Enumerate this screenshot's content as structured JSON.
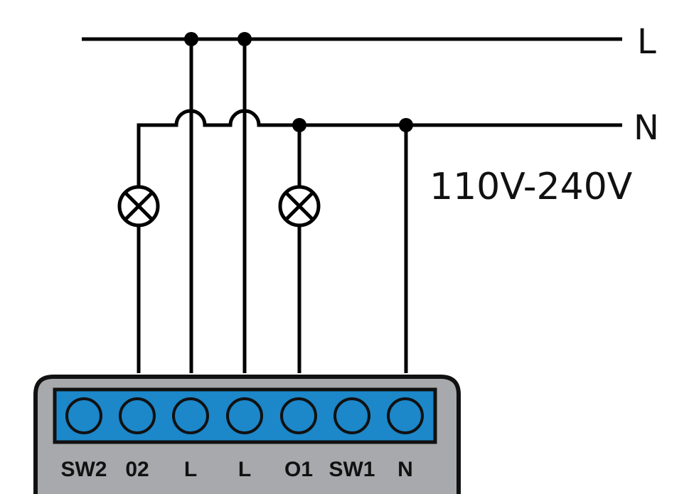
{
  "labels": {
    "line_l": "L",
    "line_n": "N",
    "voltage": "110V-240V"
  },
  "terminals": [
    {
      "label": "SW2"
    },
    {
      "label": "02"
    },
    {
      "label": "L"
    },
    {
      "label": "L"
    },
    {
      "label": "O1"
    },
    {
      "label": "SW1"
    },
    {
      "label": "N"
    }
  ],
  "colors": {
    "wire": "#000000",
    "module_body": "#a7a9ac",
    "terminal_block": "#1c87c9",
    "terminal_outline": "#111111"
  }
}
